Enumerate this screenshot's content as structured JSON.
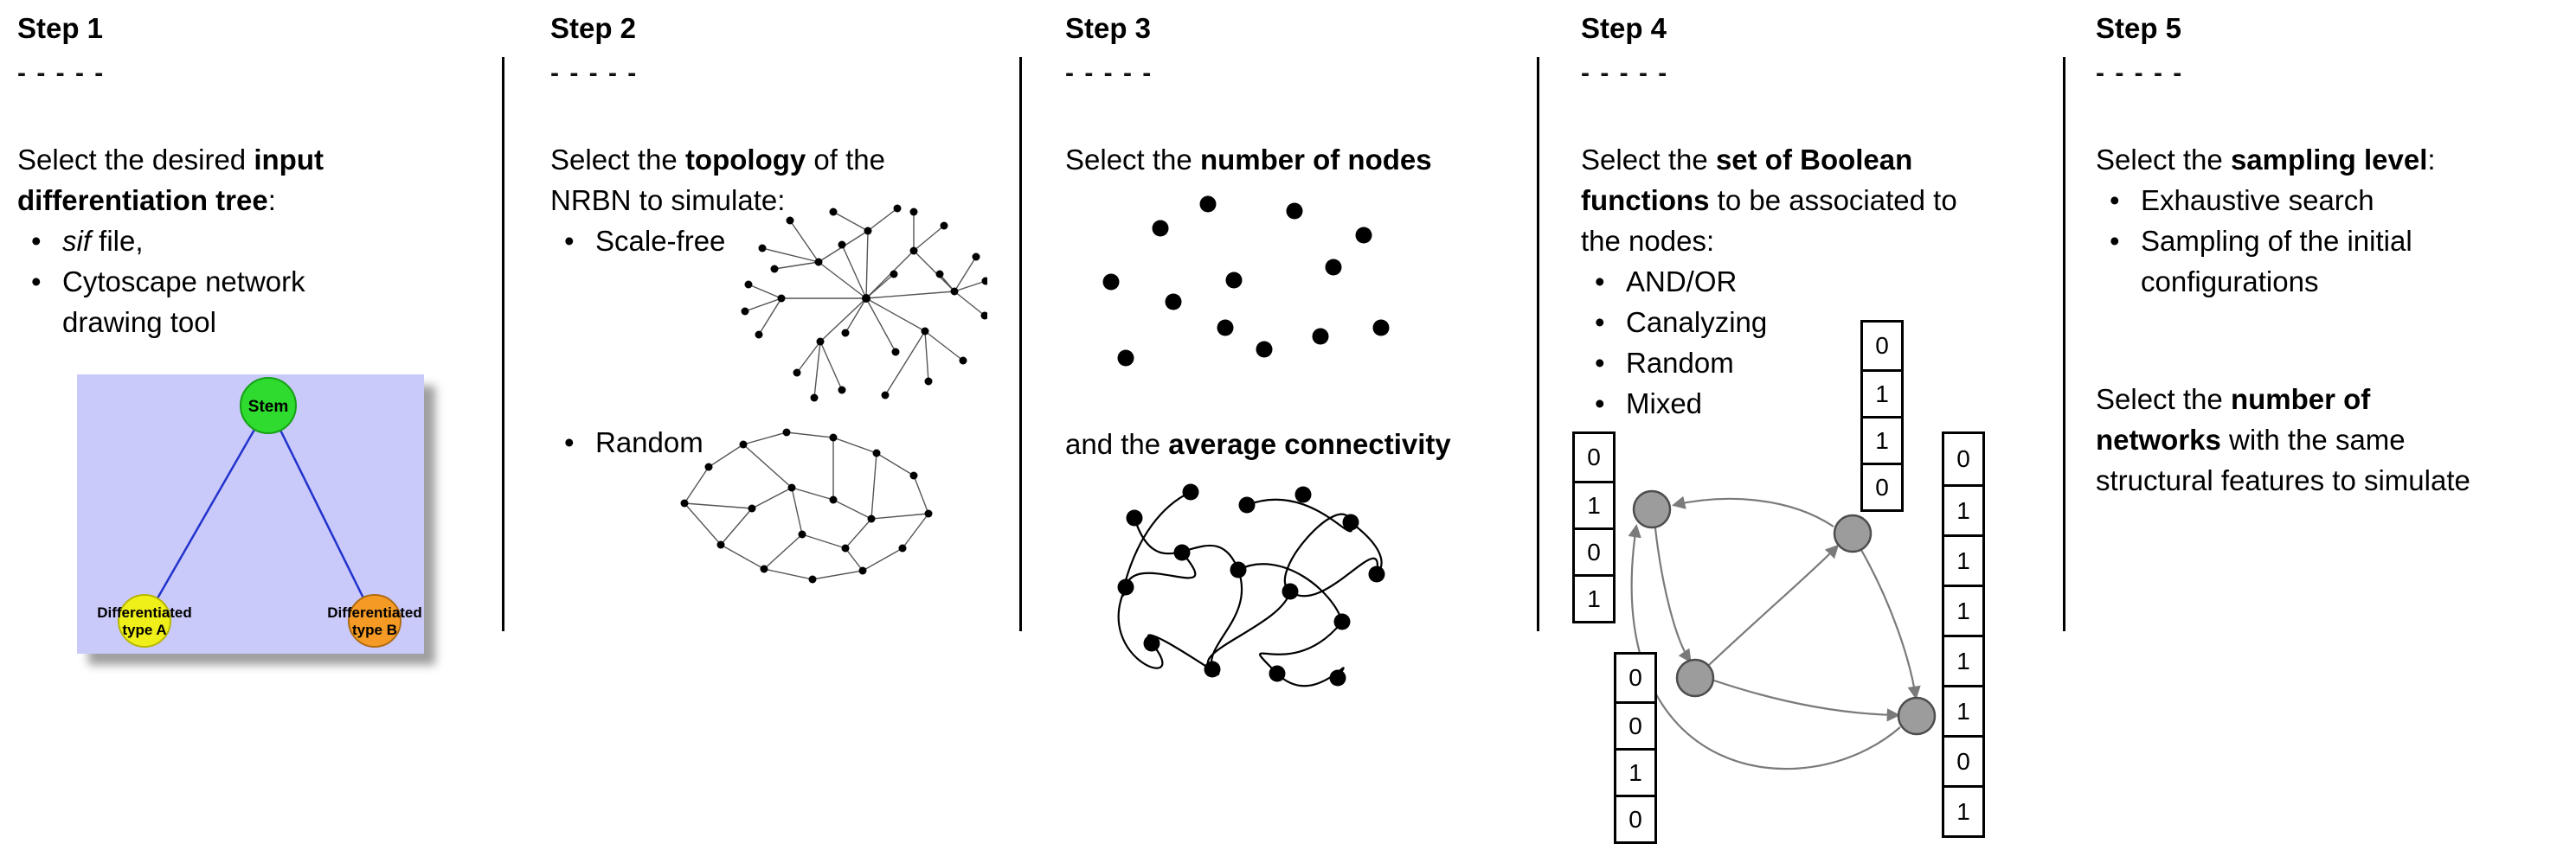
{
  "glyphs": {
    "bullet": "•"
  },
  "colors": {
    "stem_fill": "#2edb2e",
    "type_a_fill": "#efef1a",
    "type_b_fill": "#f59b25",
    "tree_bg": "#c9c9fa",
    "tree_edge": "#2233cc",
    "node_gray": "#9c9c9c",
    "arrow_gray": "#7a7a7a"
  },
  "steps": [
    {
      "title": "Step 1",
      "dashes": "- - - - -",
      "intro": {
        "pre": "Select the desired ",
        "bold": "input\ndifferentiation tree",
        "post": ":"
      },
      "bullets": [
        {
          "italic": "sif",
          "text": " file,"
        },
        {
          "text": "Cytoscape network\ndrawing tool"
        }
      ],
      "tree": {
        "stem": "Stem",
        "type_a": [
          "Differentiated",
          "type A"
        ],
        "type_b": [
          "Differentiated",
          "type B"
        ]
      }
    },
    {
      "title": "Step 2",
      "dashes": "- - - - -",
      "intro": {
        "pre": "Select the ",
        "bold": "topology",
        "post": " of the\nNRBN to simulate:"
      },
      "bullets": [
        {
          "text": "Scale-free"
        },
        {
          "text": "Random"
        }
      ]
    },
    {
      "title": "Step 3",
      "dashes": "- - - - -",
      "intro": {
        "pre": "Select the ",
        "bold": "number of nodes",
        "post": ""
      },
      "connectivity": {
        "pre": "and the ",
        "bold": "average connectivity",
        "post": ""
      }
    },
    {
      "title": "Step 4",
      "dashes": "- - - - -",
      "intro": {
        "pre": "Select the ",
        "bold": "set of Boolean\nfunctions",
        "post": " to be associated to\nthe nodes:"
      },
      "bullets": [
        {
          "text": "AND/OR"
        },
        {
          "text": "Canalyzing"
        },
        {
          "text": "Random"
        },
        {
          "text": "Mixed"
        }
      ],
      "tables": {
        "top": [
          "0",
          "1",
          "1",
          "0"
        ],
        "left": [
          "0",
          "1",
          "0",
          "1"
        ],
        "bottom": [
          "0",
          "0",
          "1",
          "0"
        ],
        "right": [
          "0",
          "1",
          "1",
          "1",
          "1",
          "1",
          "0",
          "1"
        ]
      }
    },
    {
      "title": "Step 5",
      "dashes": "- - - - -",
      "intro": {
        "pre": "Select the ",
        "bold": "sampling level",
        "post": ":"
      },
      "bullets": [
        {
          "text": "Exhaustive search"
        },
        {
          "text": "Sampling of the initial\nconfigurations"
        }
      ],
      "networks": {
        "pre": "Select the ",
        "bold": "number of\nnetworks",
        "post": " with the same\nstructural features to simulate"
      }
    }
  ]
}
